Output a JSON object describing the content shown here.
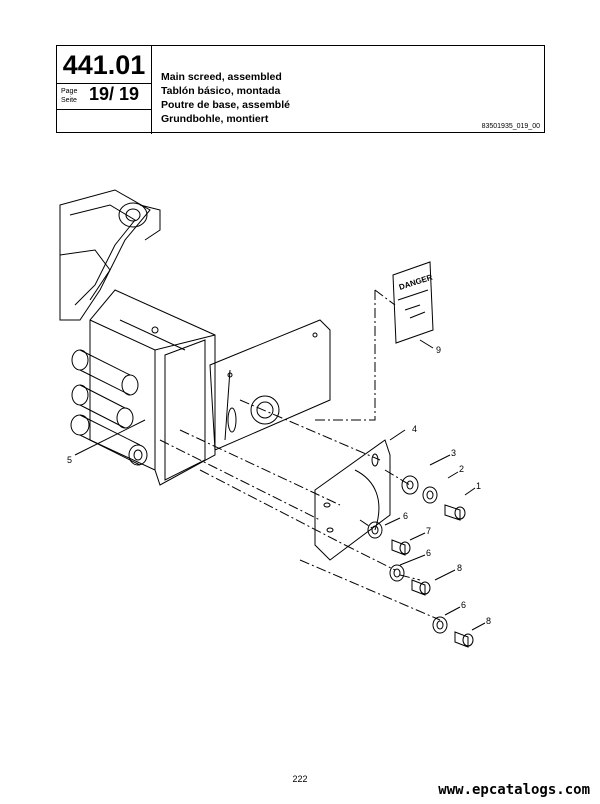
{
  "header": {
    "section_number": "441.01",
    "page_label_1": "Page",
    "page_label_2": "Seite",
    "page_value": "19/ 19",
    "titles": [
      "Main screed, assembled",
      "Tablón básico, montada",
      "Poutre de base, assemblé",
      "Grundbohle, montiert"
    ],
    "doc_code": "83501935_019_00"
  },
  "diagram": {
    "callouts": {
      "c1": "1",
      "c2": "2",
      "c3": "3",
      "c4": "4",
      "c5": "5",
      "c6a": "6",
      "c6b": "6",
      "c6c": "6",
      "c7": "7",
      "c8a": "8",
      "c8b": "8",
      "c9": "9"
    },
    "danger_sign": "DANGER"
  },
  "footer": {
    "page_number": "222",
    "website": "www.epcatalogs.com"
  }
}
